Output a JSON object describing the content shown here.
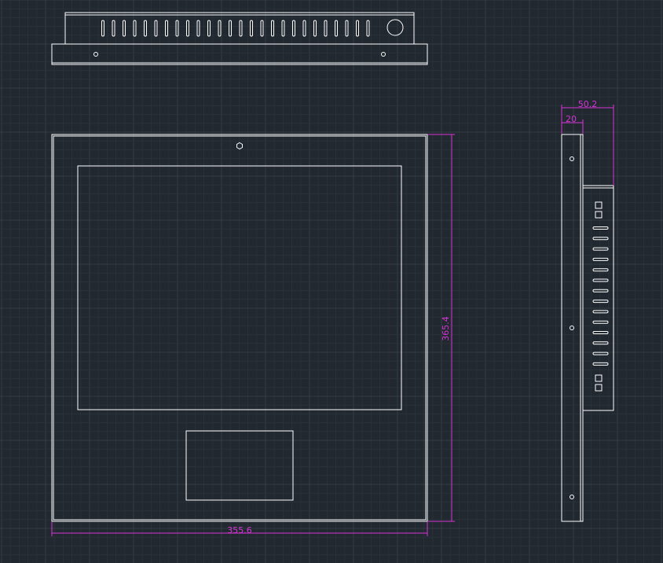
{
  "colors": {
    "background": "#212830",
    "grid_minor": "#2a3139",
    "grid_major": "#343c45",
    "outline": "#ffffff",
    "dimension": "#d633d6"
  },
  "dimensions": {
    "width": "355.6",
    "height": "365.4",
    "depth_total": "50.2",
    "bezel_depth": "20"
  },
  "grid": {
    "visible": true
  }
}
